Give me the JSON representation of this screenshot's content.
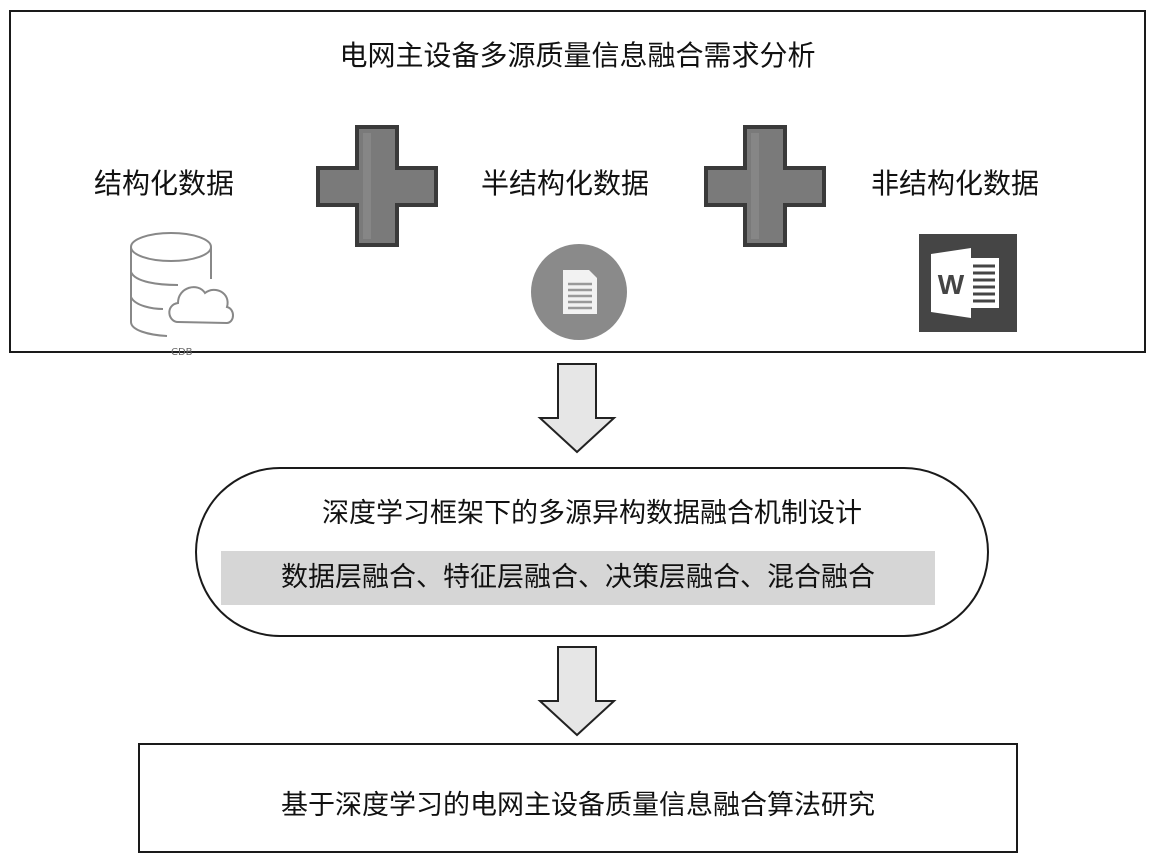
{
  "top_section": {
    "title": "电网主设备多源质量信息融合需求分析",
    "categories": [
      {
        "label": "结构化数据",
        "icon": "database-cloud-icon",
        "icon_caption": "CDB"
      },
      {
        "label": "半结构化数据",
        "icon": "document-circle-icon"
      },
      {
        "label": "非结构化数据",
        "icon": "word-document-icon"
      }
    ],
    "connector_icon": "plus-icon"
  },
  "middle_section": {
    "title": "深度学习框架下的多源异构数据融合机制设计",
    "fusion_types": "数据层融合、特征层融合、决策层融合、混合融合"
  },
  "bottom_section": {
    "title": "基于深度学习的电网主设备质量信息融合算法研究"
  },
  "colors": {
    "plus_fill": "#7a7a7a",
    "plus_border": "#3a3a3a",
    "arrow_fill": "#e6e6e6",
    "band_fill": "#d6d6d6",
    "word_bg": "#454545",
    "doc_circle": "#8a8a8a"
  }
}
